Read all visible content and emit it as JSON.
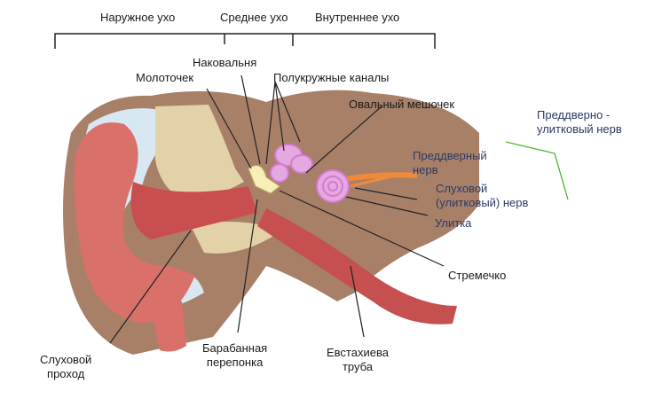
{
  "sections": {
    "outer": "Наружное ухо",
    "middle": "Среднее ухо",
    "inner": "Внутреннее ухо"
  },
  "labels": {
    "incus": "Наковальня",
    "malleus": "Молоточек",
    "semicircular": "Полукружные каналы",
    "utricle": "Овальный мешочек",
    "vestibulocochlear_1": "Преддверно -",
    "vestibulocochlear_2": "улитковый нерв",
    "vestibular_1": "Преддверный",
    "vestibular_2": "нерв",
    "cochlear_nerve_1": "Слуховой",
    "cochlear_nerve_2": "(улитковый) нерв",
    "cochlea": "Улитка",
    "stapes": "Стремечко",
    "canal_1": "Слуховой",
    "canal_2": "проход",
    "eardrum_1": "Барабанная",
    "eardrum_2": "перепонка",
    "eustachian_1": "Евстахиева",
    "eustachian_2": "труба"
  },
  "colors": {
    "tissue": "#a88068",
    "flesh": "#d9706a",
    "bone": "#e3d2a8",
    "cartilage": "#d8e8f2",
    "labyrinth": "#e6a8e0",
    "nerve": "#f08a3a",
    "accent_line": "#44bb22"
  }
}
